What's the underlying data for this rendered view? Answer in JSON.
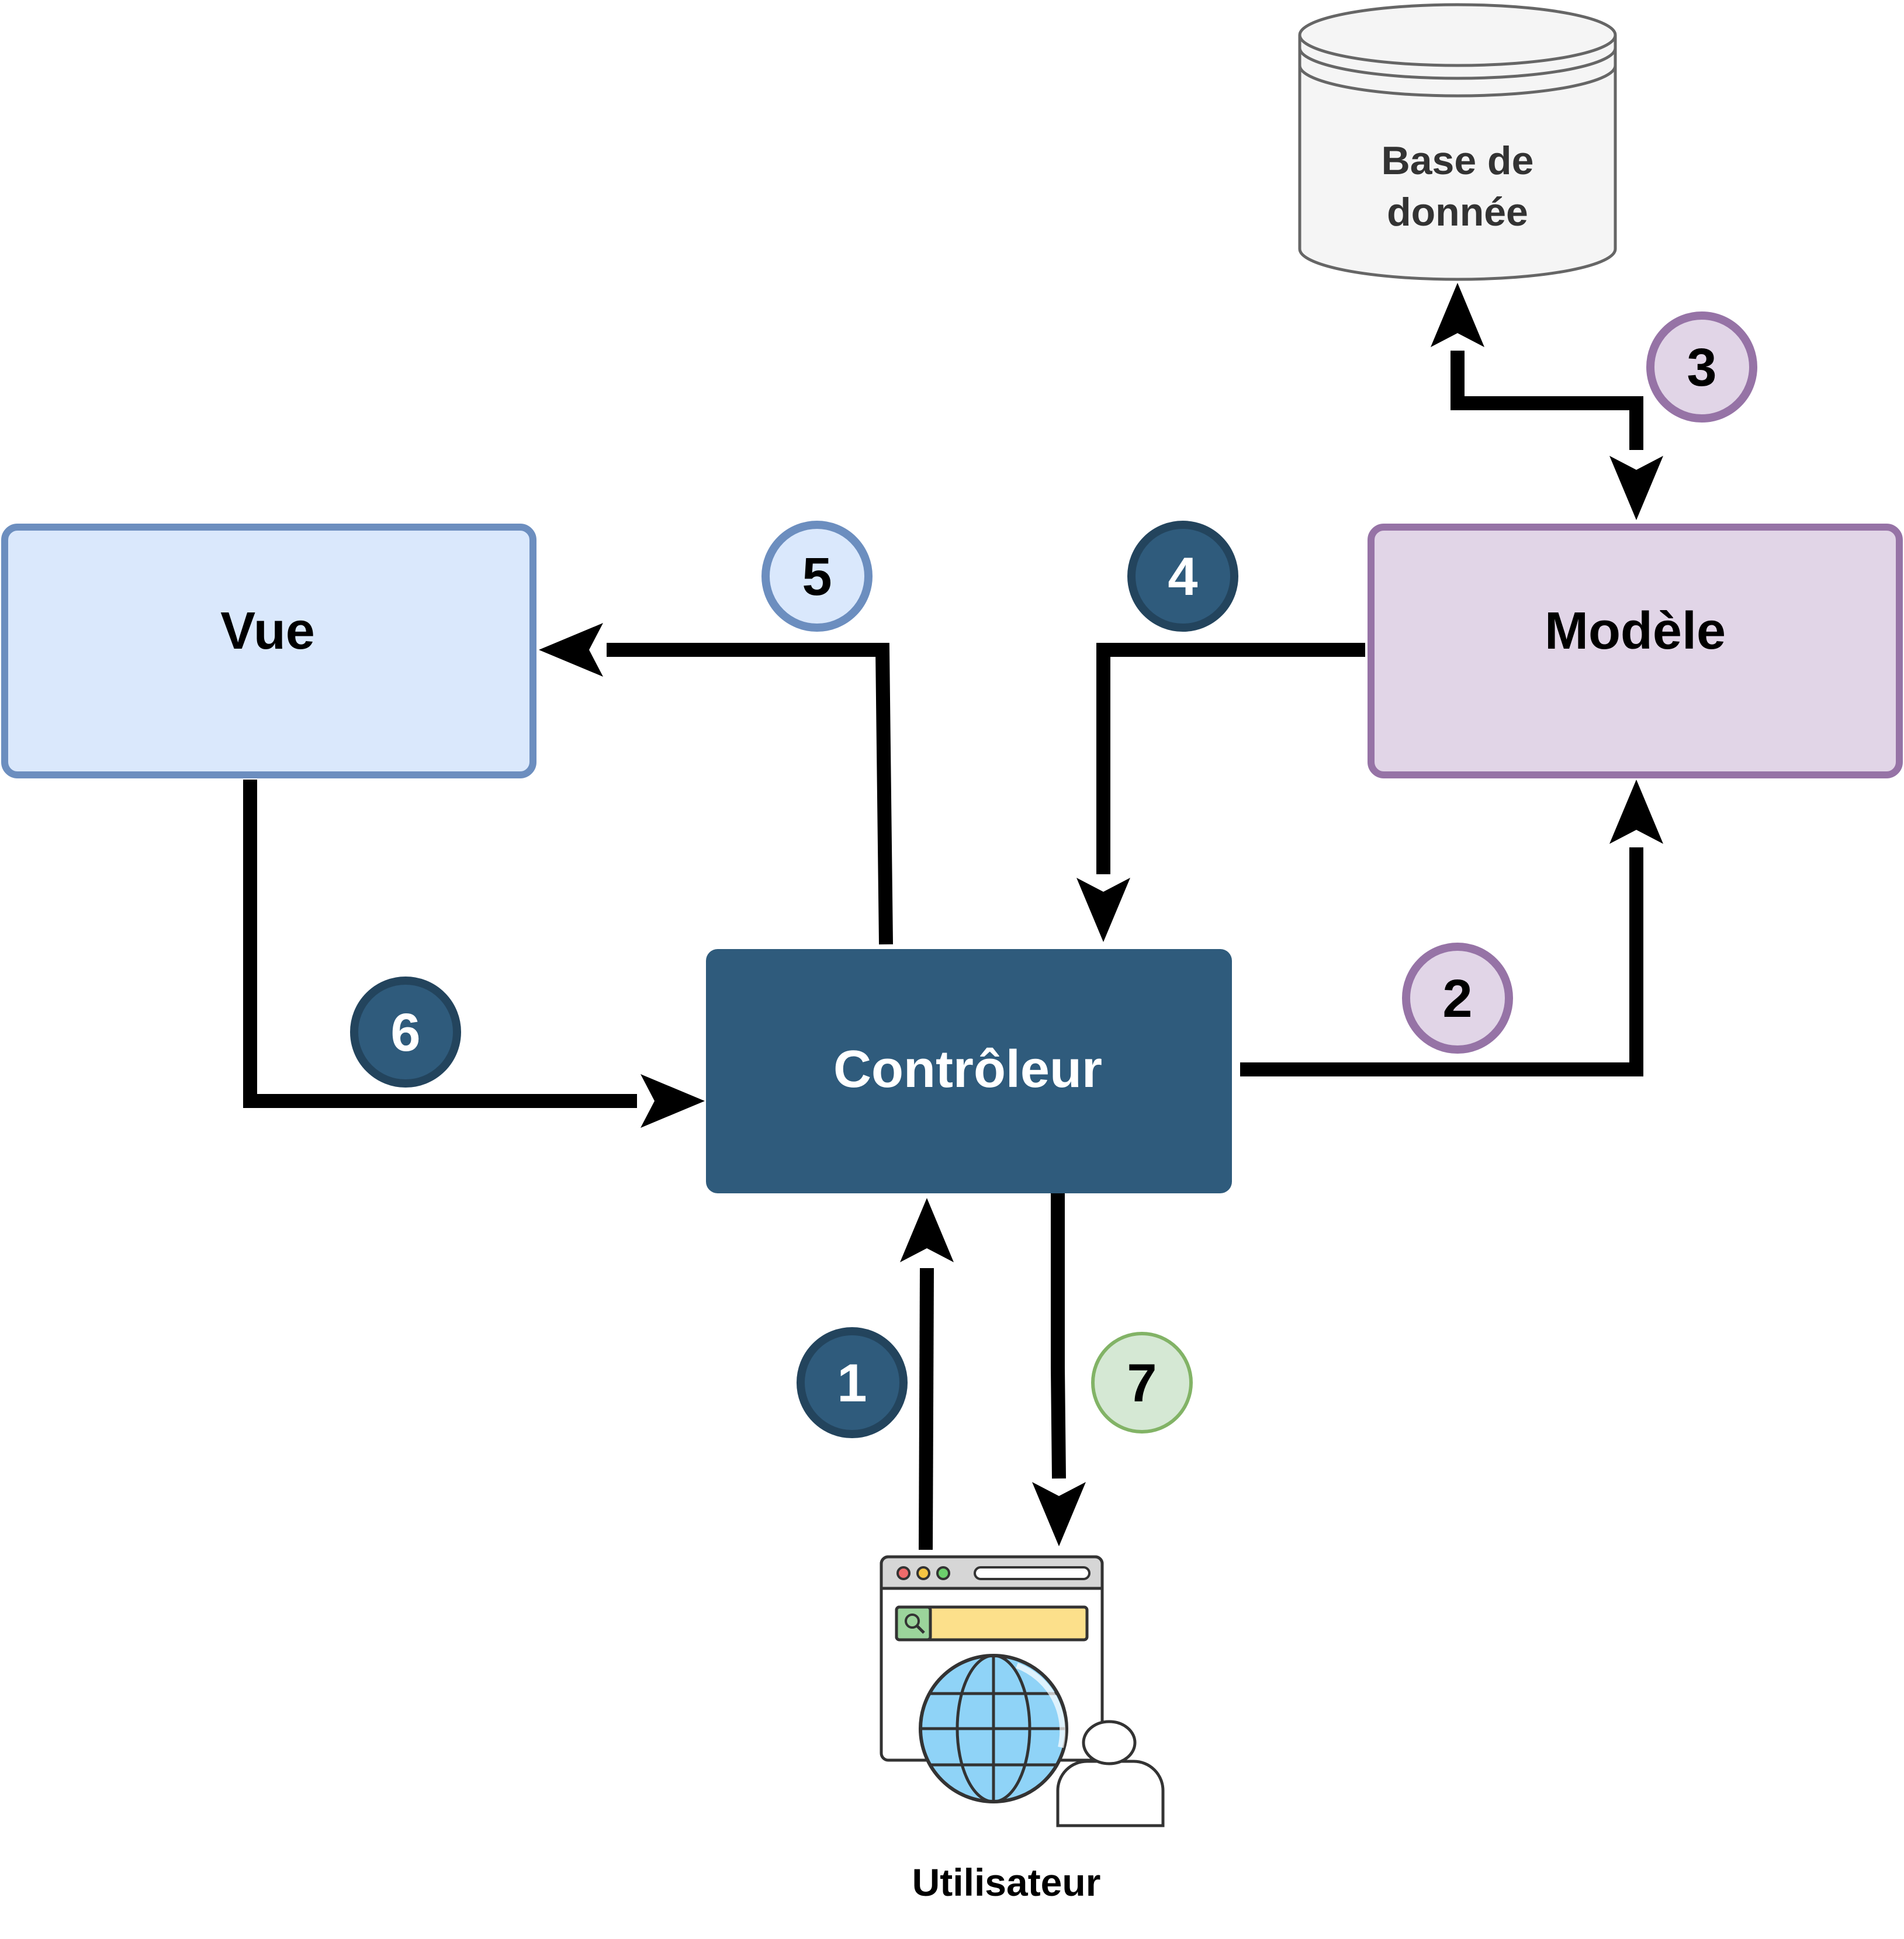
{
  "nodes": {
    "vue": {
      "label": "Vue"
    },
    "modele": {
      "label": "Modèle"
    },
    "controleur": {
      "label": "Contrôleur"
    },
    "database": {
      "line1": "Base de",
      "line2": "donnée"
    },
    "user": {
      "label": "Utilisateur"
    }
  },
  "steps": [
    {
      "number": "1",
      "from": "Utilisateur",
      "to": "Contrôleur"
    },
    {
      "number": "2",
      "from": "Contrôleur",
      "to": "Modèle"
    },
    {
      "number": "3",
      "from": "Modèle",
      "to": "Base de donnée",
      "bidirectional": true
    },
    {
      "number": "4",
      "from": "Modèle",
      "to": "Contrôleur"
    },
    {
      "number": "5",
      "from": "Contrôleur",
      "to": "Vue"
    },
    {
      "number": "6",
      "from": "Vue",
      "to": "Contrôleur"
    },
    {
      "number": "7",
      "from": "Contrôleur",
      "to": "Utilisateur"
    }
  ],
  "colors": {
    "vue_fill": "#dae8fc",
    "vue_stroke": "#6c8ebf",
    "modele_fill": "#e1d5e7",
    "modele_stroke": "#9673a6",
    "controleur_fill": "#2f5b7c",
    "database_fill": "#f5f5f5",
    "database_stroke": "#666666",
    "badge_dark_fill": "#2f5b7c",
    "badge_dark_stroke": "#23445d",
    "badge_green_fill": "#d5e8d4",
    "badge_green_stroke": "#82b366",
    "arrow": "#000000"
  },
  "icons": {
    "user_browser": "browser-globe-user-icon"
  }
}
